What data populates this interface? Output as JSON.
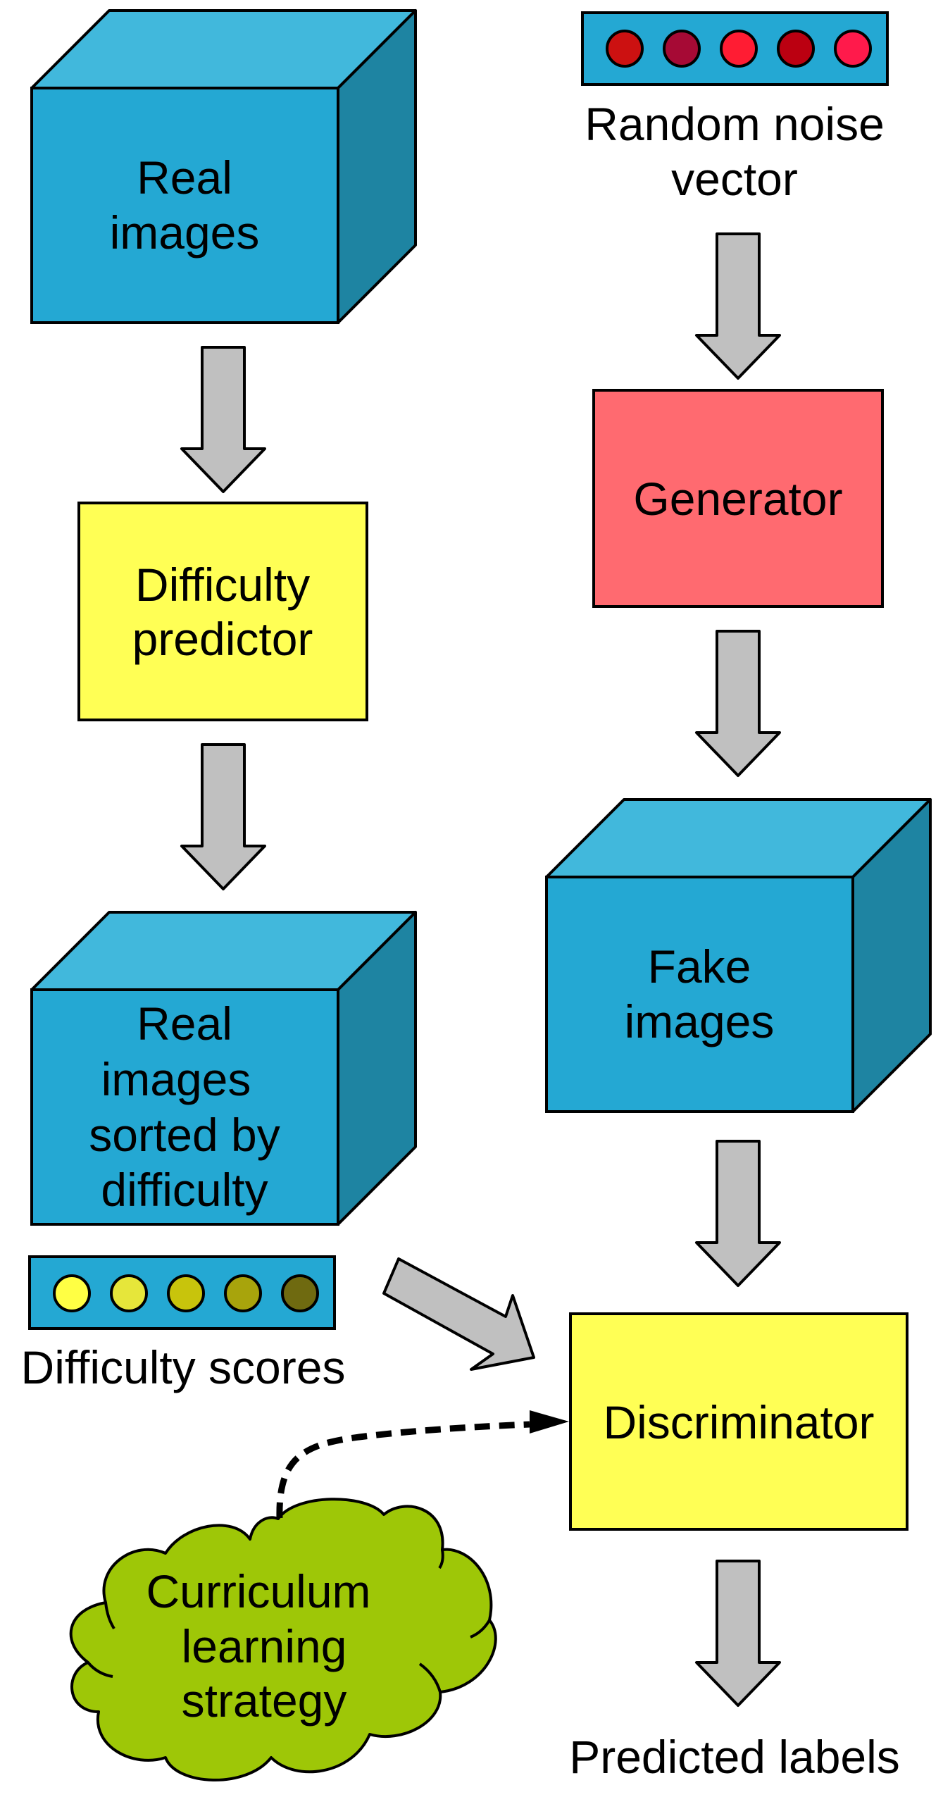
{
  "colors": {
    "cube_front": "#24a8d3",
    "cube_top": "#41b8dc",
    "cube_side": "#1e84a2",
    "predictor_fill": "#ffff55",
    "generator_fill": "#ff6a70",
    "discriminator_fill": "#ffff55",
    "arrow_fill": "#c0c0c0",
    "cloud_fill": "#9ec707",
    "vector_fill": "#24a8d3"
  },
  "nodes": {
    "real_images": {
      "line1": "Real",
      "line2": "images"
    },
    "difficulty_predictor": {
      "line1": "Difficulty",
      "line2": "predictor"
    },
    "sorted_images": {
      "line1": "Real",
      "line2": "images",
      "line3": "sorted by",
      "line4": "difficulty"
    },
    "difficulty_scores": {
      "label": "Difficulty scores"
    },
    "noise_vector": {
      "line1": "Random noise",
      "line2": "vector"
    },
    "generator": {
      "label": "Generator"
    },
    "fake_images": {
      "line1": "Fake",
      "line2": "images"
    },
    "discriminator": {
      "label": "Discriminator"
    },
    "curriculum": {
      "line1": "Curriculum",
      "line2": "learning",
      "line3": "strategy"
    },
    "predicted_labels": {
      "label": "Predicted labels"
    }
  },
  "noise_dots": [
    "#cc1111",
    "#a60a35",
    "#ff1c33",
    "#bb0011",
    "#ff1a4b"
  ],
  "score_dots": [
    "#ffff44",
    "#e6e63a",
    "#c8c40c",
    "#a8a40c",
    "#6f6a10"
  ]
}
